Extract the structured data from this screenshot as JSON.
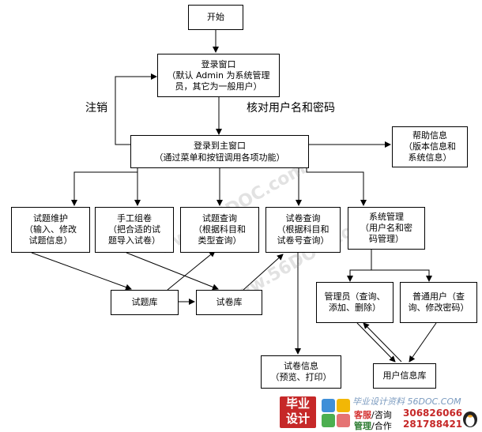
{
  "nodes": {
    "start": "开始",
    "login": "登录窗口\n（默认 Admin 为系统管理\n员，其它为一般用户）",
    "main_title": "登录到主窗口",
    "main_sub": "（通过菜单和按钮调用各项功能）",
    "help": "帮助信息\n（版本信息和\n系统信息）",
    "maintain": "试题维护\n（输入、修改\n试题信息）",
    "manual": "手工组卷\n（把合适的试\n题导入试卷）",
    "qquery": "试题查询\n（根据科目和\n类型查询）",
    "pquery": "试卷查询\n（根据科目和\n试卷号查询）",
    "sysmgmt": "系统管理\n（用户名和密\n码管理）",
    "qbank": "试题库",
    "pbank": "试卷库",
    "admin": "管理员（查询、\n添加、删除）",
    "user": "普通用户（查\n询、修改密码）",
    "userdb": "用户信息库",
    "paperinfo": "试卷信息\n（预览、打印）"
  },
  "labels": {
    "logout": "注销",
    "verify": "核对用户名和密码"
  },
  "watermark": "www.56DOC.com",
  "footer": {
    "logo_line1": "毕业",
    "logo_line2": "设计",
    "line1": "毕业设计资料 56DOC.COM",
    "service_label": "客服",
    "consult": "/咨询",
    "qq1": "306826066",
    "manage_label": "管理",
    "coop": "/合作",
    "qq2": "281788421"
  }
}
